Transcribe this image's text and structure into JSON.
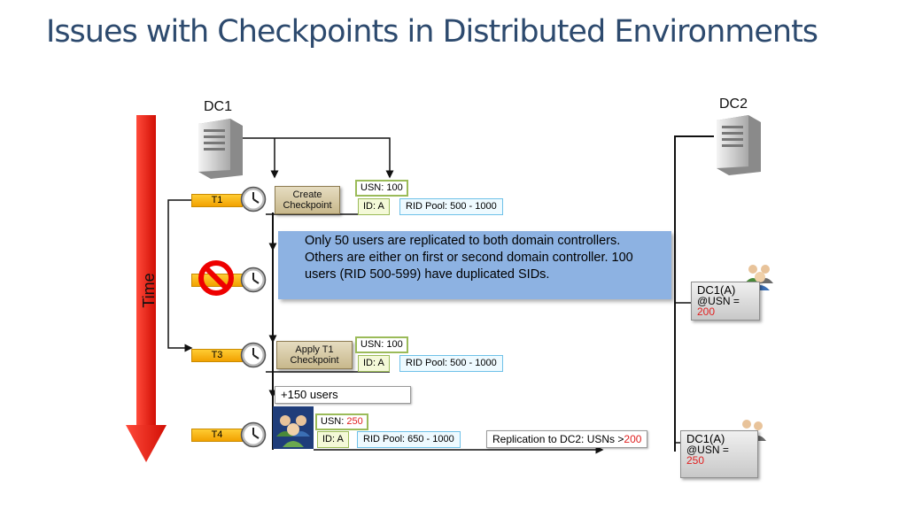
{
  "title": "Issues with Checkpoints in Distributed Environments",
  "dc1": {
    "label": "DC1"
  },
  "dc2": {
    "label": "DC2"
  },
  "time_axis": {
    "label": "Time"
  },
  "timeline": {
    "t1": "T1",
    "t3": "T3",
    "t4": "T4"
  },
  "checkpoint_create": {
    "line1": "Create",
    "line2": "Checkpoint"
  },
  "checkpoint_apply": {
    "line1": "Apply T1",
    "line2": "Checkpoint"
  },
  "state_t1": {
    "usn": "USN: 100",
    "id": "ID:  A",
    "rid_pool": "RID Pool:  500 - 1000"
  },
  "state_t3": {
    "usn": "USN: 100",
    "id": "ID:  A",
    "rid_pool": "RID Pool:  500 - 1000"
  },
  "state_t4": {
    "usn_prefix": "USN: ",
    "usn_value": "250",
    "id": "ID:  A",
    "rid_pool": "RID Pool:  650 - 1000"
  },
  "callout": {
    "text": "Only 50 users are replicated to both domain controllers. Others are either on first or second domain controller. 100 users (RID 500-599) have duplicated SIDs."
  },
  "users_added": {
    "text": "+150 users"
  },
  "replication": {
    "prefix": "Replication to DC2: USNs >",
    "value": "200"
  },
  "dc2_state_1": {
    "title": "DC1(A)",
    "usn_label": "@USN =",
    "usn_value": "200"
  },
  "dc2_state_2": {
    "title": "DC1(A)",
    "usn_label": "@USN =",
    "usn_value": "250"
  },
  "colors": {
    "title": "#2d4a6e",
    "time_arrow": "#e8190f",
    "callout": "#8db2e2",
    "highlight": "#e02020",
    "green_border": "#9bbb59",
    "blue_border": "#6fc1e8",
    "timeline_label": "#f2a100"
  }
}
